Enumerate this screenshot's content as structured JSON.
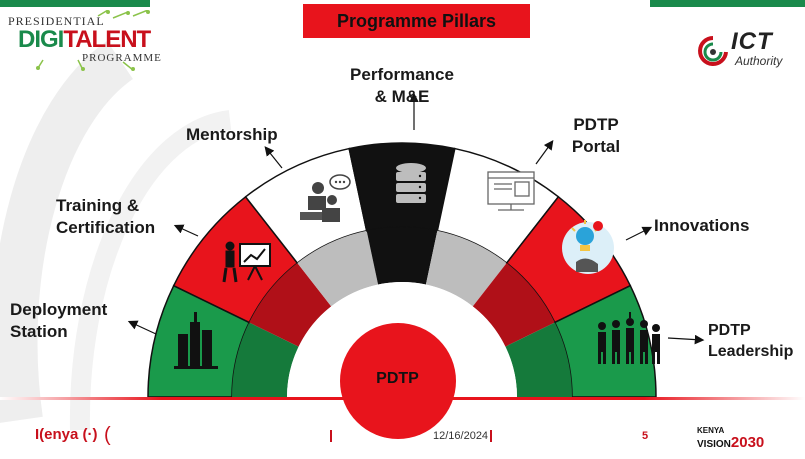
{
  "slide": {
    "title": "Programme Pillars",
    "center_label": "PDTP",
    "logo_left_line1": "PRESIDENTIAL",
    "logo_left_line2a": "DIGI",
    "logo_left_line2b": "TALENT",
    "logo_left_line3": "PROGRAMME",
    "logo_right_title": "ICT",
    "logo_right_sub": "Authority"
  },
  "pillars": {
    "performance": "Performance & M&E",
    "mentorship": "Mentorship",
    "portal": "PDTP Portal",
    "training": "Training & Certification",
    "innovations": "Innovations",
    "deployment": "Deployment Station",
    "leadership": "PDTP Leadership"
  },
  "footer": {
    "kenya_text": "I(enya (·)",
    "date": "12/16/2024",
    "page_number": "5",
    "vision_kenya": "KENYA",
    "vision_word": "VISION",
    "vision_year": "2030"
  },
  "colors": {
    "red": "#e8141c",
    "green": "#1a9a4b",
    "black": "#111111",
    "grey": "#bdbdbd"
  },
  "icons": [
    "building-icon",
    "presentation-icon",
    "mentorship-icon",
    "database-icon",
    "portal-icon",
    "innovation-bulb-icon",
    "team-icon"
  ]
}
